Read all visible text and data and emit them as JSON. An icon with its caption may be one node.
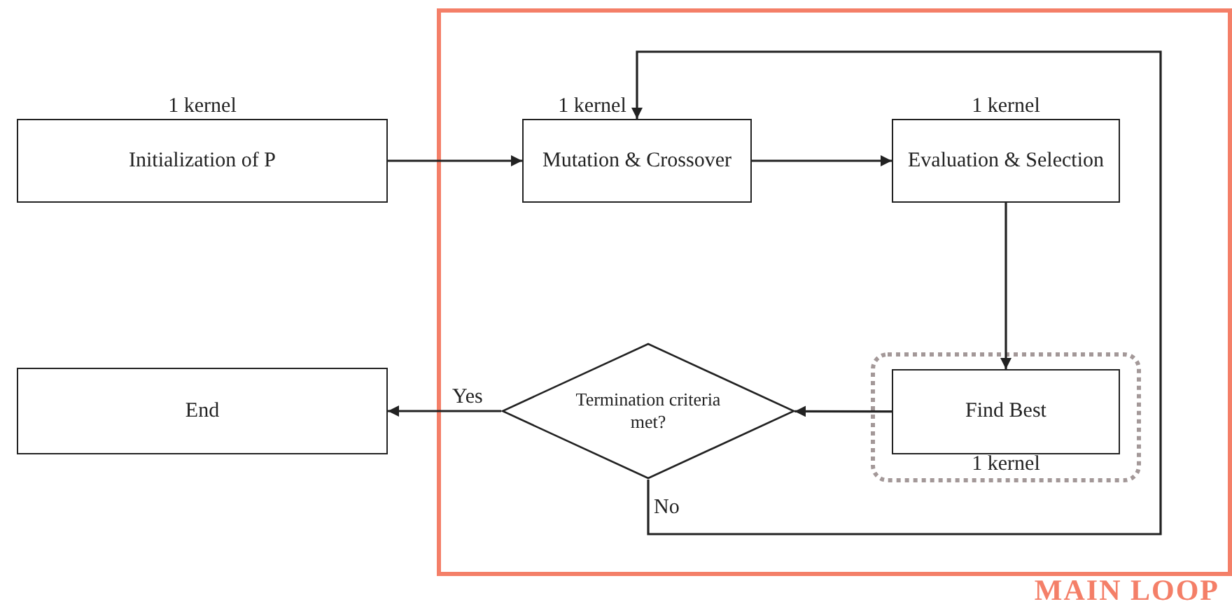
{
  "diagram": {
    "nodes": [
      {
        "text": [
          "Initialization of P"
        ],
        "beside": [
          "1 kernel"
        ]
      },
      {
        "text": [
          "MAIN LOOP"
        ]
      },
      {
        "text": [
          "Mutation & Crossover"
        ],
        "in": 1,
        "beside": [
          "1 kernel"
        ]
      },
      {
        "text": [
          "Evaluation & Selection"
        ],
        "in": 1,
        "beside": [
          "1 kernel"
        ]
      },
      {
        "text": [],
        "shape": "box",
        "in": 1
      },
      {
        "text": [
          "Find Best"
        ],
        "in": 4,
        "beside": [
          "1 kernel"
        ]
      },
      {
        "text": [
          "End"
        ]
      },
      {
        "text": [
          "Termination criteria met?"
        ],
        "in": 1
      }
    ],
    "edges": [
      {
        "from": 0,
        "to": 2,
        "arrow": "to"
      },
      {
        "from": 2,
        "to": 3,
        "arrow": "to"
      },
      {
        "from": 3,
        "to": 5,
        "arrow": "to"
      },
      {
        "from": 5,
        "to": 7,
        "arrow": "to"
      },
      {
        "from": 7,
        "to": 6,
        "arrow": "to",
        "label": "Yes"
      },
      {
        "from": 7,
        "to": 2,
        "arrow": "to",
        "label": "No"
      }
    ]
  }
}
